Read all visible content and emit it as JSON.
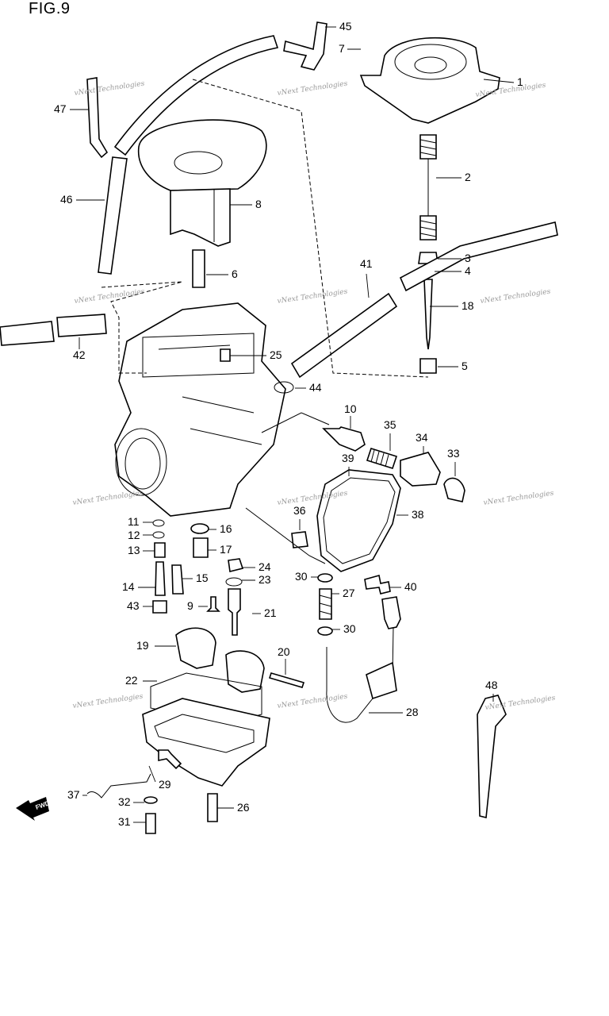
{
  "figure": {
    "title": "FIG.9",
    "watermark": "vNext Technologies",
    "fwd_label": "FWD",
    "callouts": [
      "1",
      "2",
      "3",
      "4",
      "5",
      "6",
      "7",
      "8",
      "9",
      "10",
      "11",
      "12",
      "13",
      "14",
      "15",
      "16",
      "17",
      "18",
      "19",
      "20",
      "21",
      "22",
      "23",
      "24",
      "25",
      "26",
      "27",
      "28",
      "29",
      "30",
      "30",
      "31",
      "32",
      "33",
      "34",
      "35",
      "36",
      "37",
      "38",
      "39",
      "40",
      "41",
      "42",
      "43",
      "44",
      "45",
      "46",
      "47",
      "48"
    ]
  }
}
